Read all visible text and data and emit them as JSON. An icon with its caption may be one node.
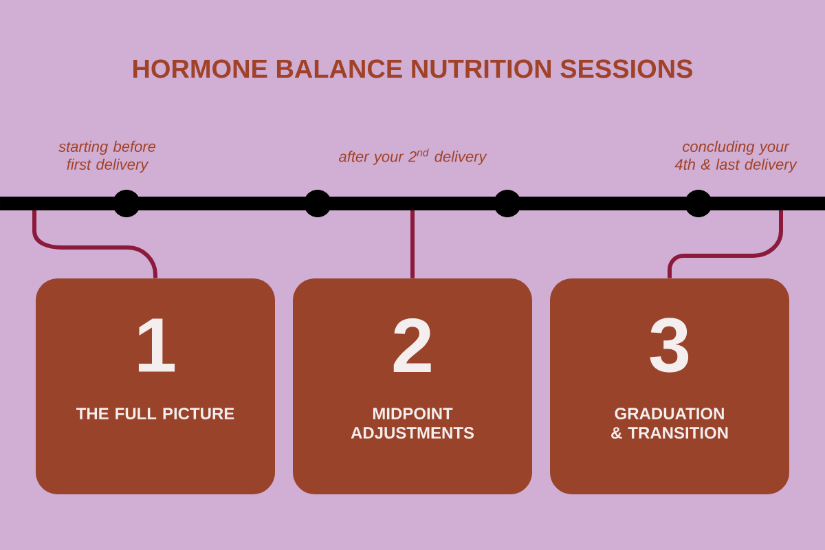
{
  "diagram": {
    "title": "HORMONE BALANCE NUTRITION SESSIONS",
    "nodes": [
      {
        "text": [
          "1",
          "THE FULL PICTURE"
        ]
      },
      {
        "text": [
          "2",
          "MIDPOINT ADJUSTMENTS"
        ]
      },
      {
        "text": [
          "3",
          "GRADUATION & TRANSITION"
        ]
      }
    ],
    "edges": [
      {
        "from": null,
        "to": 0,
        "arrow": "none"
      },
      {
        "from": null,
        "to": 1,
        "arrow": "none"
      },
      {
        "from": null,
        "to": 2,
        "arrow": "none"
      }
    ],
    "labels": [
      "starting before first delivery",
      "after your 2$^{nd}$ delivery",
      "concluding your 4th & last delivery"
    ]
  }
}
